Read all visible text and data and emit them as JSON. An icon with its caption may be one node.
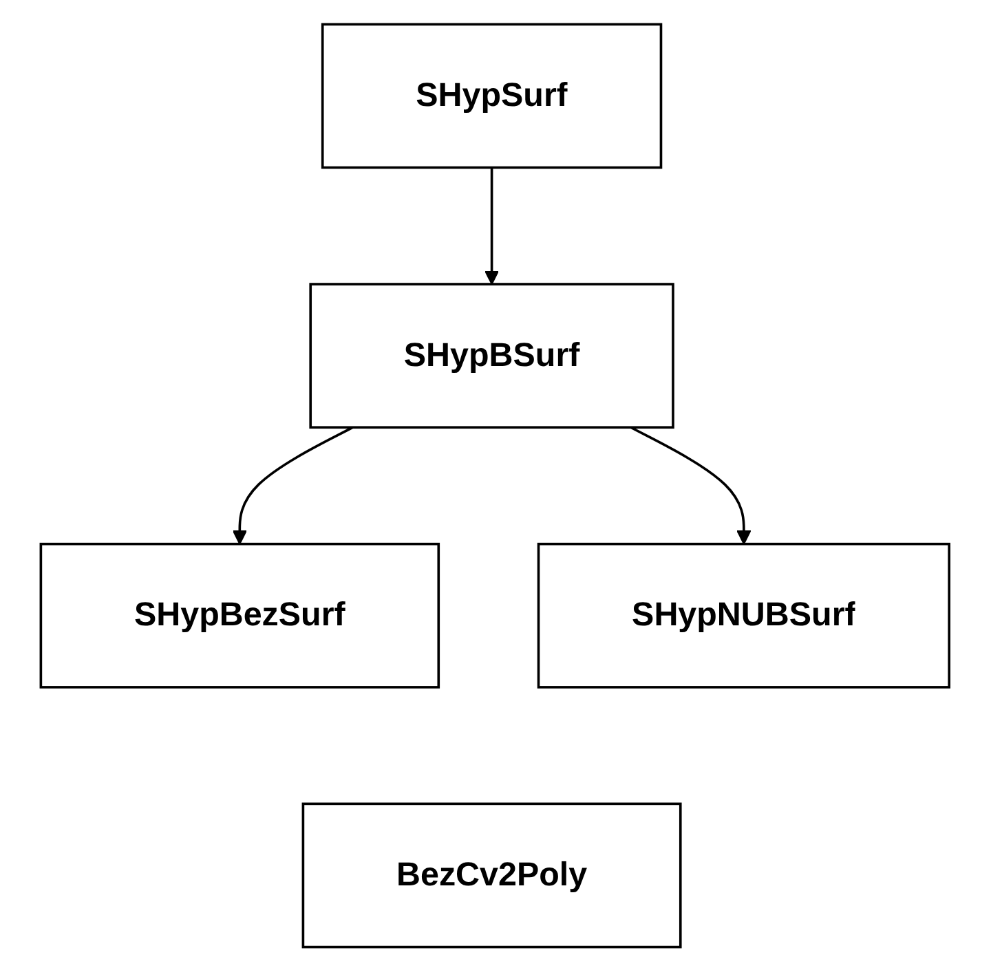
{
  "diagram": {
    "nodes": [
      {
        "text": [
          "SHypSurf"
        ]
      },
      {
        "text": [
          "SHypBSurf"
        ]
      },
      {
        "text": [
          "SHypBezSurf"
        ]
      },
      {
        "text": [
          "SHypNUBSurf"
        ]
      },
      {
        "text": [
          "BezCv2Poly"
        ]
      }
    ],
    "edges": [
      {
        "from": 0,
        "to": 1,
        "arrow": "to"
      },
      {
        "from": 1,
        "to": 2,
        "arrow": "to"
      },
      {
        "from": 1,
        "to": 3,
        "arrow": "to"
      }
    ]
  }
}
